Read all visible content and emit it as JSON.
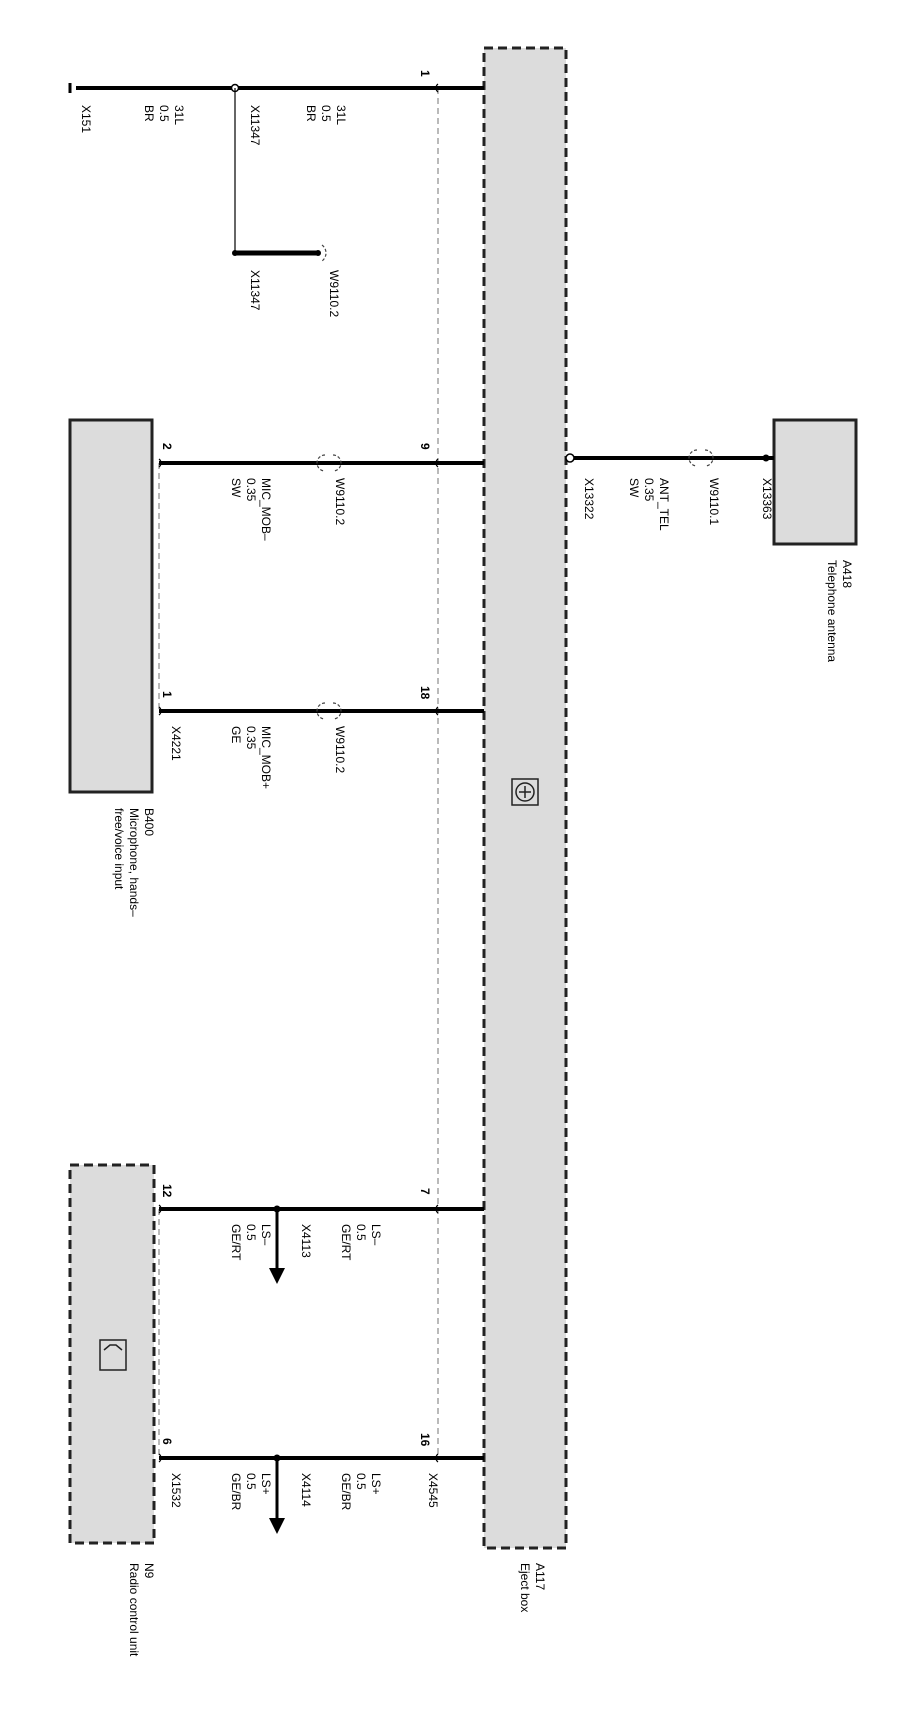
{
  "components": {
    "eject_box": {
      "id": "A117",
      "name": "Eject box"
    },
    "antenna": {
      "id": "A418",
      "name": "Telephone antenna"
    },
    "microphone": {
      "id": "B400",
      "name_line1": "Microphone, hands–",
      "name_line2": "free/voice input"
    },
    "radio": {
      "id": "N9",
      "name": "Radio control unit"
    }
  },
  "ground": {
    "pin": "1",
    "wire1": {
      "signal": "31L",
      "gauge": "0.5",
      "color": "BR",
      "connector": "X11347"
    },
    "wire2": {
      "signal": "31L",
      "gauge": "0.5",
      "color": "BR",
      "connector": "X151"
    },
    "splice_connector": "X11347",
    "shield_ref": "W9110.2"
  },
  "antenna_wire": {
    "signal": "ANT_TEL",
    "gauge": "0.35",
    "color": "SW",
    "connector_box": "X13322",
    "connector_antenna": "X13363",
    "shield_ref": "W9110.1"
  },
  "mic_minus": {
    "pin_box": "9",
    "pin_mic": "2",
    "signal": "MIC_MOB–",
    "gauge": "0.35",
    "color": "SW",
    "shield_ref": "W9110.2"
  },
  "mic_plus": {
    "pin_box": "18",
    "pin_mic": "1",
    "signal": "MIC_MOB+",
    "gauge": "0.35",
    "color": "GE",
    "shield_ref": "W9110.2",
    "connector": "X4221"
  },
  "ls_minus": {
    "pin_box": "7",
    "pin_radio": "12",
    "wire1": {
      "signal": "LS–",
      "gauge": "0.5",
      "color": "GE/RT",
      "connector": "X4113"
    },
    "wire2": {
      "signal": "LS–",
      "gauge": "0.5",
      "color": "GE/RT"
    }
  },
  "ls_plus": {
    "pin_box": "16",
    "pin_radio": "6",
    "box_connector": "X4545",
    "radio_connector": "X1532",
    "wire1": {
      "signal": "LS+",
      "gauge": "0.5",
      "color": "GE/BR",
      "connector": "X4114"
    },
    "wire2": {
      "signal": "LS+",
      "gauge": "0.5",
      "color": "GE/BR"
    }
  },
  "colors": {
    "box_fill": "#dcdcdc",
    "wire": "#000000",
    "shield": "#8c8c8c"
  },
  "icons": {
    "eject_box_symbol": "antenna-circle-icon",
    "radio_symbol": "speaker-icon"
  }
}
